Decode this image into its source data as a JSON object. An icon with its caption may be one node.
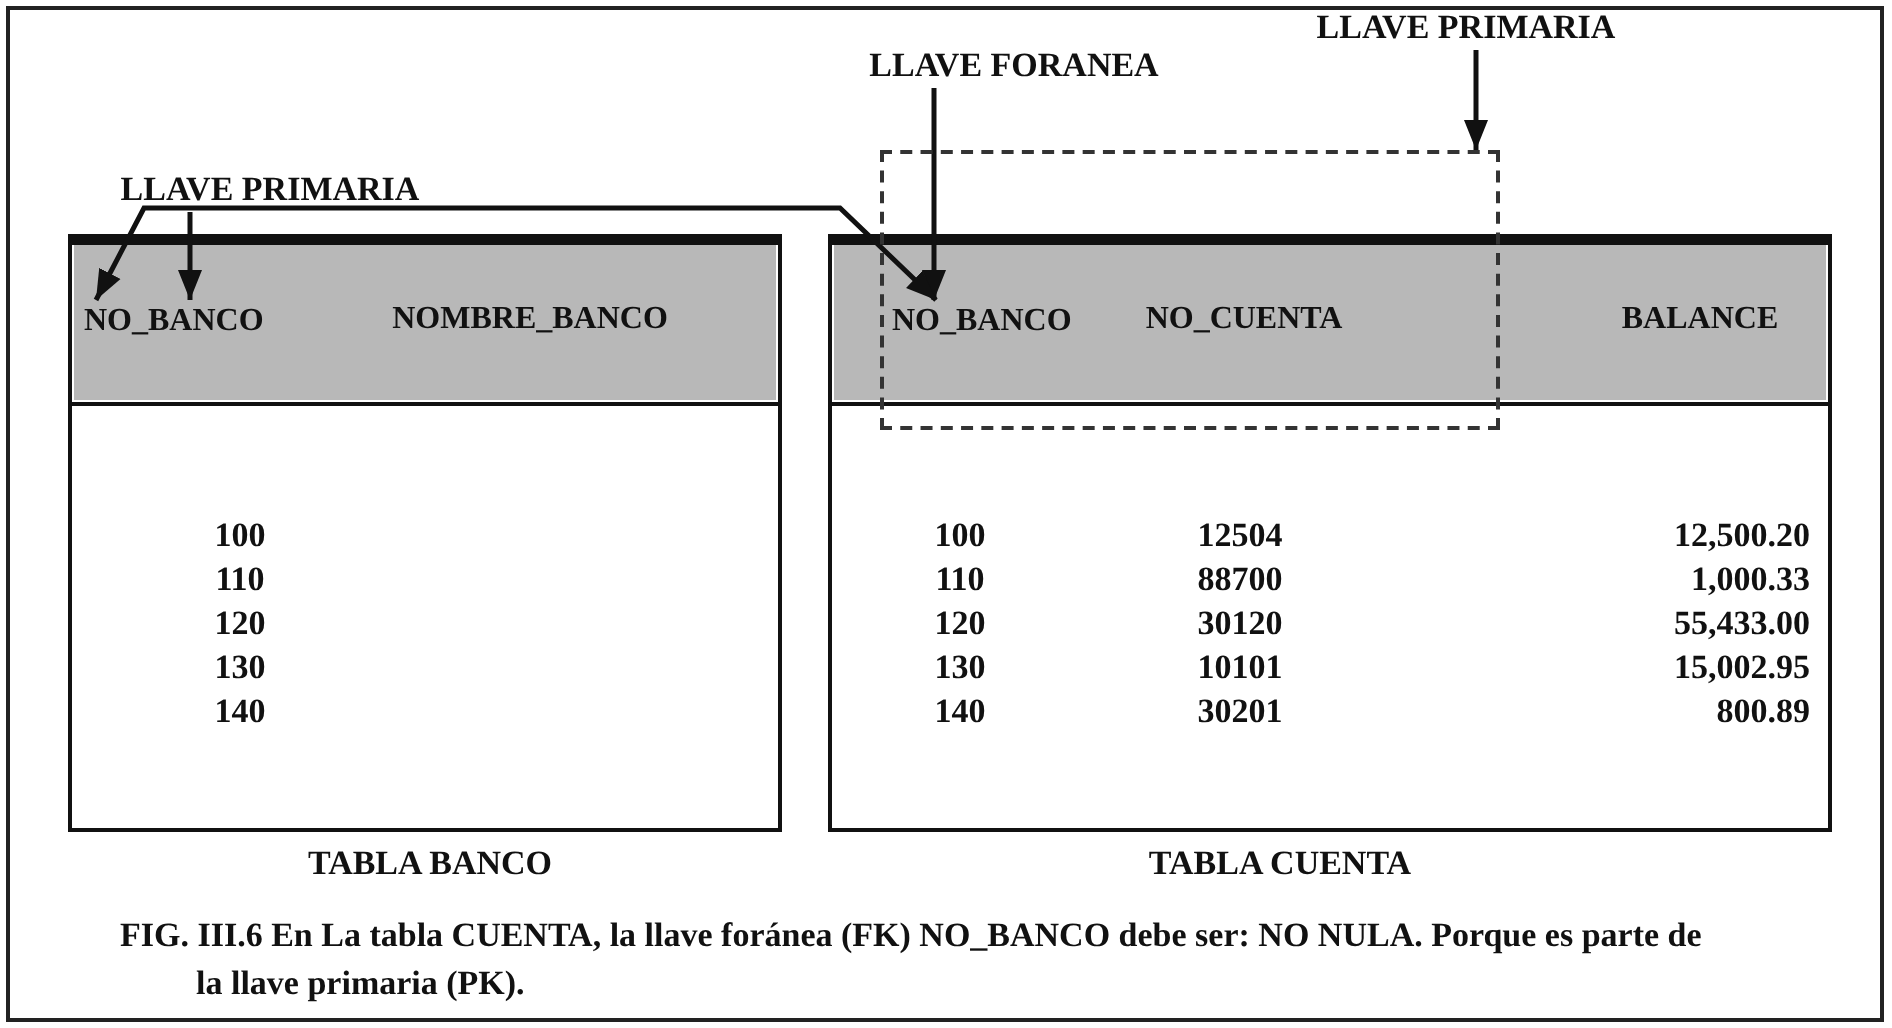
{
  "diagram": {
    "caption": "FIG. III.6 En La tabla CUENTA, la llave foránea (FK) NO_BANCO debe ser: NO NULA. Porque es parte de la llave primaria (PK).",
    "nodes": [
      {
        "text": [
          "LLAVE PRIMARIA"
        ]
      },
      {
        "text": [
          "LLAVE FORANEA"
        ]
      },
      {
        "text": [
          "LLAVE PRIMARIA"
        ]
      },
      {
        "text": [
          "NO_BANCO"
        ]
      },
      {
        "text": [
          "NO_BANCO"
        ],
        "in": 5
      },
      {
        "text": [],
        "shape": "box"
      }
    ],
    "edges": [
      {
        "from": 0,
        "to": 3,
        "arrow": "to"
      },
      {
        "from": 1,
        "to": 4,
        "arrow": "to"
      },
      {
        "from": 2,
        "to": 5,
        "arrow": "to"
      },
      {
        "from": 3,
        "to": 4,
        "arrow": "both"
      }
    ],
    "labels": [
      "NOMBRE_BANCO",
      "NO_CUENTA",
      "BALANCE",
      "100",
      "110",
      "120",
      "130",
      "140",
      "100",
      "12504",
      "12,500.20",
      "110",
      "88700",
      "1,000.33",
      "120",
      "30120",
      "55,433.00",
      "130",
      "10101",
      "15,002.95",
      "140",
      "30201",
      "800.89",
      "TABLA BANCO",
      "TABLA CUENTA"
    ]
  }
}
